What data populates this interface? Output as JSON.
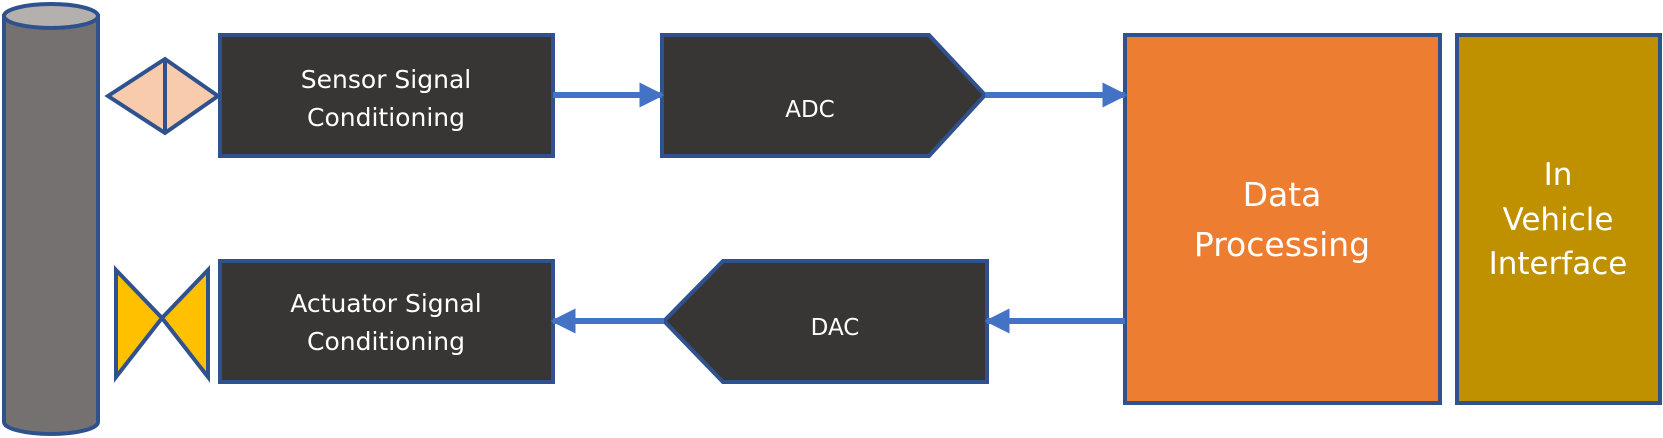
{
  "diagram": {
    "sensor_conditioning": {
      "line1": "Sensor Signal",
      "line2": "Conditioning"
    },
    "adc": {
      "label": "ADC"
    },
    "data_processing": {
      "line1": "Data",
      "line2": "Processing"
    },
    "in_vehicle_interface": {
      "line1": "In",
      "line2": "Vehicle",
      "line3": "Interface"
    },
    "dac": {
      "label": "DAC"
    },
    "actuator_conditioning": {
      "line1": "Actuator Signal",
      "line2": "Conditioning"
    }
  },
  "colors": {
    "block_fill": "#383635",
    "outline": "#2f528f",
    "arrow": "#4472c4",
    "processing_fill": "#ed7d31",
    "interface_fill": "#bf9000",
    "cylinder_fill": "#767171",
    "sensor_fill": "#f8cbad",
    "actuator_fill": "#ffc000"
  }
}
